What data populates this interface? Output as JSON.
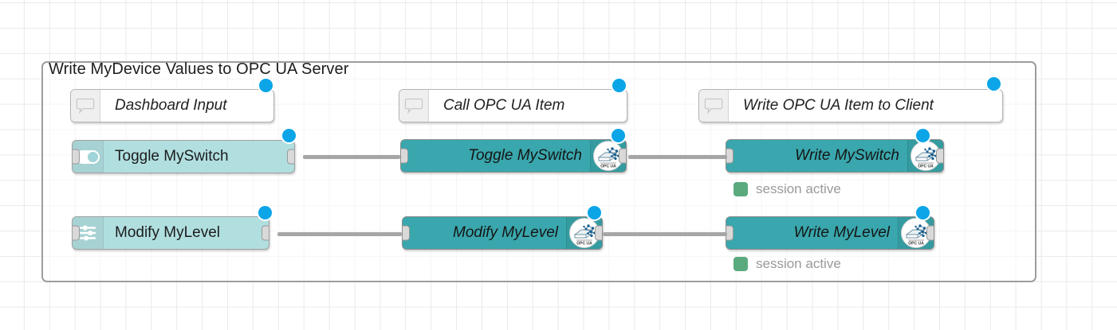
{
  "canvas": {
    "background": "#ffffff",
    "grid_color": "#e9e9e9",
    "grid_size": 32
  },
  "group": {
    "title": "Write MyDevice Values to OPC UA Server",
    "border_color": "#9d9d9d"
  },
  "colors": {
    "node_dashboard": "#b1dfe0",
    "node_opcua": "#39a7ad",
    "selection": "#0ba5e8",
    "status_green": "#5aaa7e",
    "wire": "#a6a6a6",
    "port": "#d9d9d9"
  },
  "comments": [
    {
      "label": "Dashboard Input",
      "icon": "comment-bubble-icon"
    },
    {
      "label": "Call OPC UA Item",
      "icon": "comment-bubble-icon"
    },
    {
      "label": "Write OPC UA Item to Client",
      "icon": "comment-bubble-icon"
    }
  ],
  "nodes": {
    "toggle_switch_dashboard": {
      "label": "Toggle MySwitch",
      "icon": "toggle-switch-icon"
    },
    "modify_level_dashboard": {
      "label": "Modify MyLevel",
      "icon": "sliders-icon"
    },
    "toggle_switch_opcua": {
      "label": "Toggle MySwitch",
      "icon": "opc-ua-logo-icon"
    },
    "modify_level_opcua": {
      "label": "Modify MyLevel",
      "icon": "opc-ua-logo-icon"
    },
    "write_switch_opcua": {
      "label": "Write MySwitch",
      "icon": "opc-ua-logo-icon"
    },
    "write_level_opcua": {
      "label": "Write MyLevel",
      "icon": "opc-ua-logo-icon"
    }
  },
  "statuses": [
    {
      "text": "session active",
      "color": "#5aaa7e"
    },
    {
      "text": "session active",
      "color": "#5aaa7e"
    }
  ]
}
